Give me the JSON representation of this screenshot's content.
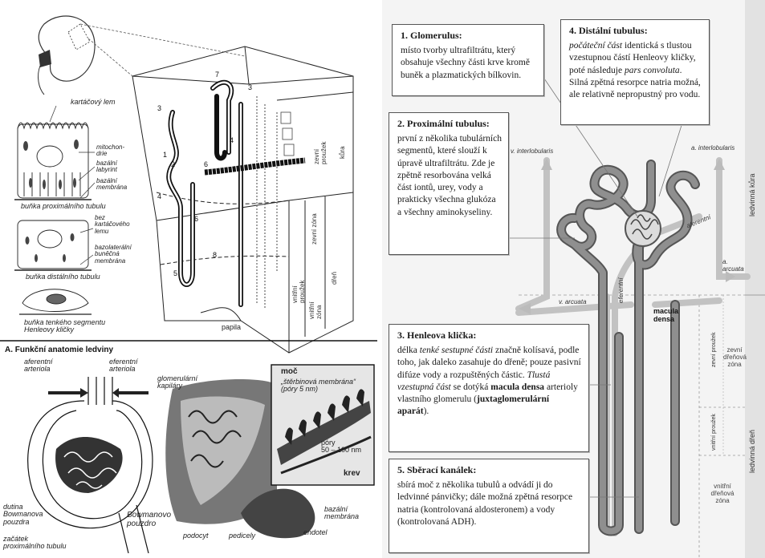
{
  "left": {
    "cell_labels": {
      "kartackovy_lem": "kartáčový lem",
      "mitochondrie": "mitochon-\ndrie",
      "bazalni_labyrint": "bazální\nlabyrint",
      "bazalni_membrana": "bazální\nmembrána",
      "bunka_proximalniho": "buňka proximálního tubulu",
      "bez_kartackoveho": "bez\nkartáčového\nlemu",
      "bazolateralni": "bazolaterální\nbuněčná\nmembrána",
      "bunka_distalniho": "buňka distálního tubulu",
      "bunka_tenkeho": "buňka tenkého segmentu\nHenleovy kličky"
    },
    "section_numbers": [
      "1",
      "2",
      "3",
      "4",
      "5",
      "6",
      "7",
      "8"
    ],
    "zone_labels": {
      "kura": "kůra",
      "zevni_prouzek": "zevní\nproužek",
      "zevni_zona": "zevní zóna",
      "vnitrni_prouzek": "vnitřní\nproužek",
      "vnitrni_zona": "vnitřní\nzóna",
      "dren": "dřeň",
      "papila": "papila"
    },
    "caption": "A. Funkční anatomie ledviny",
    "glom_labels": {
      "aferentni": "aferentní\narteriola",
      "eferentni": "eferentní\narteriola",
      "glom_kapilary": "glomerulární\nkapiláry",
      "moc": "moč",
      "sterbinova": "„štěrbinová membrána“\n(póry 5 nm)",
      "pory": "póry\n50 – 100 nm",
      "krev": "krev",
      "bazalni_membrana": "bazální\nmembrána",
      "endotel": "endotel",
      "dutina": "dutina\nBowmanova\npouzdra",
      "bowmanovo": "Bowmanovo\npouzdro",
      "zacatek": "začátek\nproximálního tubulu",
      "podocyt": "podocyt",
      "pedicely": "pedicely"
    }
  },
  "right": {
    "boxes": [
      {
        "title": "1. Glomerulus:",
        "text": "místo tvorby ultrafiltrátu, který obsahuje všechny části krve kromě buněk a plazmatických bílkovin."
      },
      {
        "title": "2. Proximální tubulus:",
        "text": "první z několika tubulárních segmentů, které slouží k úpravě ultrafiltrátu. Zde je zpětně resorbována velká část iontů, urey, vody a prakticky všechna glukóza a všechny aminokyseliny."
      },
      {
        "title": "3. Henleova klička:",
        "text_1": "délka ",
        "text_2": "tenké sestupné části",
        "text_3": " značně kolísavá, podle toho, jak daleko zasahuje do dřeně; pouze pasivní difúze vody a rozpuštěných částic. ",
        "text_4": "Tlustá vzestupná část",
        "text_5": " se dotýká ",
        "text_6": "macula densa",
        "text_7": " arterioly vlastního glomerulu (",
        "text_8": "juxtaglomerulární aparát",
        "text_9": ")."
      },
      {
        "title": "4. Distální tubulus:",
        "text_1": "počáteční část",
        "text_2": " identická s tlustou vzestupnou částí Henleovy kličky, poté následuje ",
        "text_3": "pars convoluta",
        "text_4": ". Silná zpětná resorpce natria možná, ale relativně nepropustný pro vodu."
      },
      {
        "title": "5. Sběrací kanálek:",
        "text": "sbírá moč z několika tubulů a odvádí ji do ledvinné pánvičky; dále možná zpětná resorpce natria (kontrolovaná aldosteronem) a vody (kontrolovaná ADH)."
      }
    ],
    "vessel_labels": {
      "v_interlobularis": "v. interlobularis",
      "a_interlobularis": "a. interlobularis",
      "aferentni": "aferentní",
      "eferentni": "eferentní",
      "a_arcuata": "a.\narcuata",
      "v_arcuata": "v. arcuata",
      "macula_densa": "macula\ndensa"
    },
    "zone_labels": {
      "ledvinna_kura": "ledvinná kůra",
      "ledvinna_dren": "ledvinná dřeň",
      "zevni_prouzek": "zevní proužek",
      "vnitrni_prouzek": "vnitřní proužek",
      "zevni_drenova_zona": "zevní\ndřeňová\nzóna",
      "vnitrni_drenova_zona": "vnitřní\ndřeňová\nzóna"
    },
    "colors": {
      "tubule": "#8a8a8a",
      "tubule_outline": "#555555",
      "vessel": "#bdbdbd"
    }
  }
}
